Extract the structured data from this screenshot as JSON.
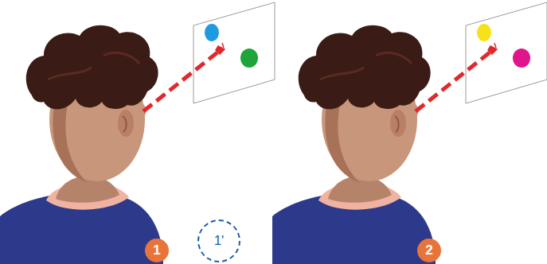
{
  "diagram": {
    "nodes": [
      {
        "text": [
          "1'"
        ]
      },
      {
        "text": [
          "1"
        ]
      },
      {
        "text": [
          "2"
        ]
      }
    ]
  }
}
